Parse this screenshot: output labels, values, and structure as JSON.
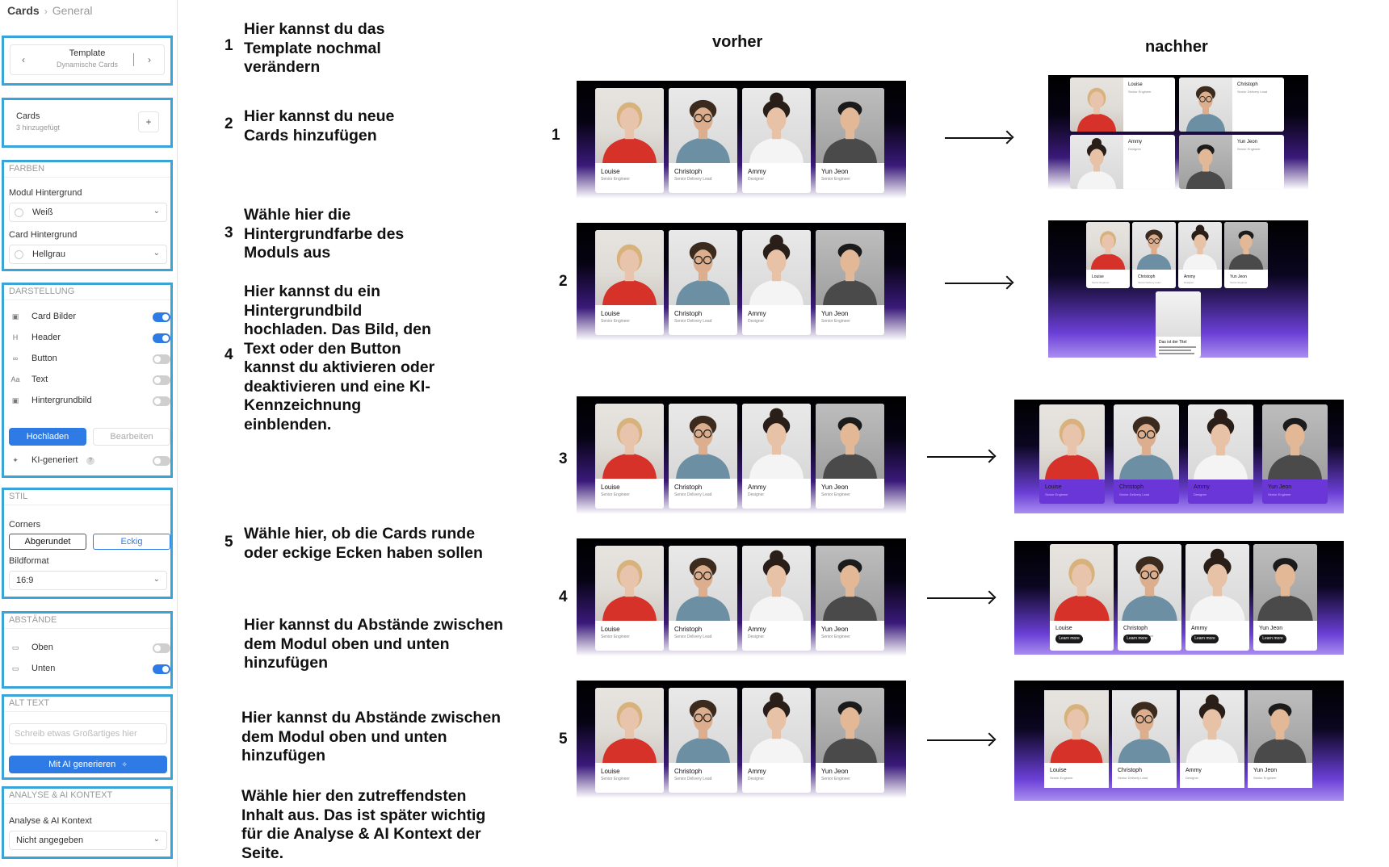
{
  "breadcrumb": {
    "root": "Cards",
    "current": "General"
  },
  "template_panel": {
    "title": "Template",
    "subtitle": "Dynamische Cards",
    "prev": "‹",
    "next": "›"
  },
  "cards_panel": {
    "title": "Cards",
    "subtitle": "3 hinzugefügt",
    "add": "+"
  },
  "farben": {
    "title": "FARBEN",
    "modul_label": "Modul Hintergrund",
    "modul_value": "Weiß",
    "card_label": "Card Hintergrund",
    "card_value": "Hellgrau"
  },
  "darstellung": {
    "title": "DARSTELLUNG",
    "rows": [
      {
        "label": "Card Bilder",
        "icon": "image-icon",
        "on": true
      },
      {
        "label": "Header",
        "icon": "heading-icon",
        "on": true
      },
      {
        "label": "Button",
        "icon": "link-icon",
        "on": false
      },
      {
        "label": "Text",
        "icon": "text-icon",
        "on": false
      },
      {
        "label": "Hintergrundbild",
        "icon": "image-icon",
        "on": false
      }
    ],
    "upload": "Hochladen",
    "edit": "Bearbeiten",
    "ki_label": "KI-generiert",
    "ki_on": false
  },
  "stil": {
    "title": "STIL",
    "corners_label": "Corners",
    "rounded": "Abgerundet",
    "square": "Eckig",
    "format_label": "Bildformat",
    "format_value": "16:9"
  },
  "abstaende": {
    "title": "ABSTÄNDE",
    "oben": "Oben",
    "oben_on": false,
    "unten": "Unten",
    "unten_on": true
  },
  "alt_text": {
    "title": "ALT TEXT",
    "placeholder": "Schreib etwas Großartiges hier",
    "ai_button": "Mit AI generieren"
  },
  "analyse": {
    "title": "ANALYSE & AI KONTEXT",
    "label": "Analyse & AI Kontext",
    "value": "Nicht angegeben"
  },
  "instructions": [
    {
      "num": "1",
      "text": "Hier kannst du das Template nochmal verändern"
    },
    {
      "num": "2",
      "text": "Hier kannst du neue Cards hinzufügen"
    },
    {
      "num": "3",
      "text": "Wähle hier die Hintergrundfarbe des Moduls aus"
    },
    {
      "num": "4",
      "text": "Hier kannst du ein Hintergrundbild hochladen. Das Bild, den Text oder den Button kannst du aktivieren oder deaktivieren und eine KI-Kennzeichnung einblenden."
    },
    {
      "num": "5",
      "text": "Wähle hier, ob die Cards runde oder eckige Ecken haben sollen"
    },
    {
      "num": "",
      "text": "Hier kannst du Abstände zwischen dem Modul oben und unten hinzufügen"
    },
    {
      "num": "",
      "text": "Hier kannst du Abstände zwischen dem Modul oben und unten hinzufügen"
    },
    {
      "num": "",
      "text": "Wähle hier den zutreffendsten Inhalt aus. Das ist später wichtig für die Analyse & AI Kontext der Seite."
    }
  ],
  "columns": {
    "before": "vorher",
    "after": "nachher"
  },
  "row_numbers": [
    "1",
    "2",
    "3",
    "4",
    "5"
  ],
  "people": [
    {
      "name": "Louise",
      "role": "Senior Engineer"
    },
    {
      "name": "Christoph",
      "role": "Senior Delivery Lead"
    },
    {
      "name": "Ammy",
      "role": "Designer"
    },
    {
      "name": "Yun Jeon",
      "role": "Senior Engineer"
    }
  ],
  "card_button_label": "Learn more",
  "extra_card": {
    "title": "Das ist der Titel"
  }
}
